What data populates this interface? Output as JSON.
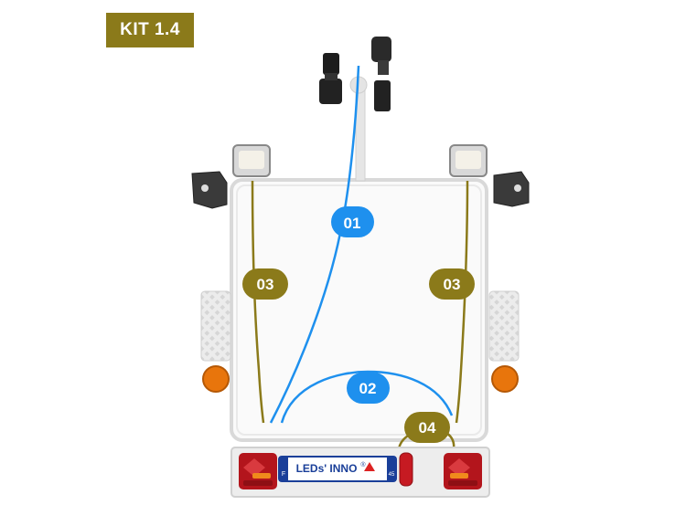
{
  "kit": {
    "label": "KIT 1.4"
  },
  "cables": [
    {
      "id": "01",
      "color": "#1e90ee"
    },
    {
      "id": "02",
      "color": "#1e90ee"
    },
    {
      "id": "03",
      "color": "#8b7a1a"
    },
    {
      "id": "03",
      "color": "#8b7a1a"
    },
    {
      "id": "04",
      "color": "#8b7a1a"
    }
  ],
  "plate": {
    "text": "LEDs' INNO",
    "reg_mark": "®",
    "left_code": "F",
    "right_code": "45"
  },
  "colors": {
    "accent_olive": "#8b7a1a",
    "accent_blue": "#1e90ee",
    "amber": "#e8750c",
    "tail_red": "#b3151c"
  }
}
